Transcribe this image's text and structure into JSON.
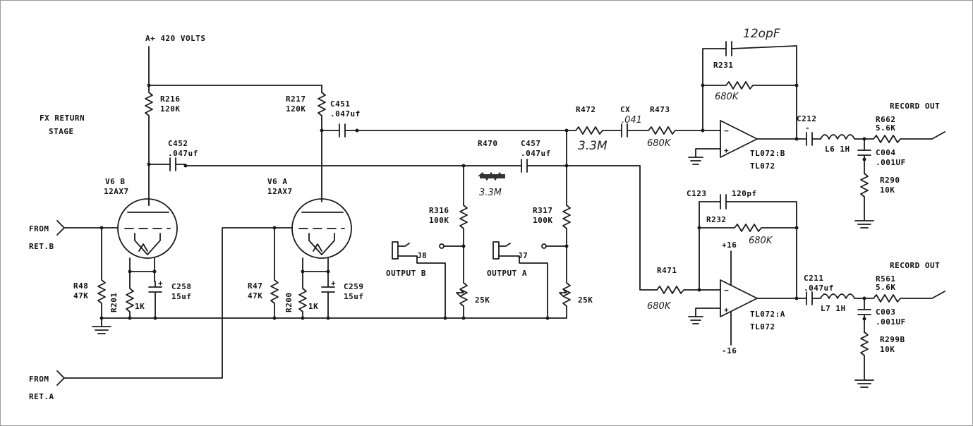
{
  "supply": "A+ 420 VOLTS",
  "stage_title": [
    "FX RETURN",
    "STAGE"
  ],
  "inputs": {
    "ret_b": {
      "from": "FROM",
      "name": "RET.B"
    },
    "ret_a": {
      "from": "FROM",
      "name": "RET.A"
    }
  },
  "tubes": {
    "v6b": {
      "ref": "V6 B",
      "type": "12AX7"
    },
    "v6a": {
      "ref": "V6 A",
      "type": "12AX7"
    }
  },
  "resistors": {
    "r216": {
      "ref": "R216",
      "value": "120K"
    },
    "r217": {
      "ref": "R217",
      "value": "120K"
    },
    "r48": {
      "ref": "R48",
      "value": "47K"
    },
    "r47": {
      "ref": "R47",
      "value": "47K"
    },
    "r201": {
      "ref": "R201",
      "value": "1K"
    },
    "r200": {
      "ref": "R200",
      "value": "1K"
    },
    "r316": {
      "ref": "R316",
      "value": "100K"
    },
    "r317": {
      "ref": "R317",
      "value": "100K"
    },
    "r470": {
      "ref": "R470",
      "value": "3.3M"
    },
    "r472": {
      "ref": "R472",
      "value": "3.3M"
    },
    "r473": {
      "ref": "R473",
      "value": "680K"
    },
    "r471": {
      "ref": "R471",
      "value": "680K"
    },
    "r231": {
      "ref": "R231",
      "value": "680K"
    },
    "r232": {
      "ref": "R232",
      "value": "680K"
    },
    "r662": {
      "ref": "R662",
      "value": "5.6K"
    },
    "r561": {
      "ref": "R561",
      "value": "5.6K"
    },
    "r290": {
      "ref": "R290",
      "value": "10K"
    },
    "r299b": {
      "ref": "R299B",
      "value": "10K"
    }
  },
  "pots": {
    "pot_b": "25K",
    "pot_a": "25K"
  },
  "capacitors": {
    "c451": {
      "ref": "C451",
      "value": ".047uf"
    },
    "c452": {
      "ref": "C452",
      "value": ".047uf"
    },
    "c457": {
      "ref": "C457",
      "value": ".047uf"
    },
    "c258": {
      "ref": "C258",
      "value": "15uf"
    },
    "c259": {
      "ref": "C259",
      "value": "15uf"
    },
    "cx": {
      "ref": "CX",
      "value": ".041"
    },
    "c231_hand": "12opF",
    "c123": {
      "ref": "C123",
      "value": "120pf"
    },
    "c212": {
      "ref": "C212"
    },
    "c211": {
      "ref": "C211",
      "value": ".047uf"
    },
    "c004": {
      "ref": "C004",
      "value": ".001UF"
    },
    "c003": {
      "ref": "C003",
      "value": ".001UF"
    }
  },
  "jacks": {
    "j8": {
      "ref": "J8",
      "label": "OUTPUT B"
    },
    "j7": {
      "ref": "J7",
      "label": "OUTPUT A"
    }
  },
  "opamps": {
    "top": {
      "ref": "TL072:B",
      "part": "TL072"
    },
    "bottom": {
      "ref": "TL072:A",
      "part": "TL072",
      "v_pos": "+16",
      "v_neg": "-16"
    }
  },
  "inductors": {
    "l6": "L6 1H",
    "l7": "L7 1H"
  },
  "outputs": {
    "top": "RECORD OUT",
    "bottom": "RECORD OUT"
  }
}
